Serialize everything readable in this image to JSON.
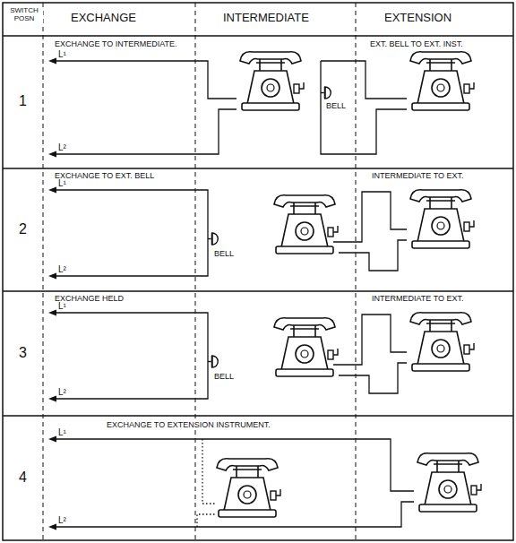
{
  "diagram": {
    "labels": [
      "SWITCH POSN",
      "EXCHANGE",
      "INTERMEDIATE",
      "EXTENSION",
      "1",
      "EXCHANGE TO INTERMEDIATE.",
      "EXT. BELL TO EXT. INST.",
      "L¹",
      "L²",
      "BELL",
      "2",
      "EXCHANGE TO EXT. BELL",
      "INTERMEDIATE TO EXT.",
      "L¹",
      "L²",
      "BELL",
      "3",
      "EXCHANGE HELD",
      "INTERMEDIATE TO EXT.",
      "L¹",
      "L²",
      "BELL",
      "4",
      "EXCHANGE TO EXTENSION INSTRUMENT.",
      "L¹",
      "L²"
    ]
  }
}
